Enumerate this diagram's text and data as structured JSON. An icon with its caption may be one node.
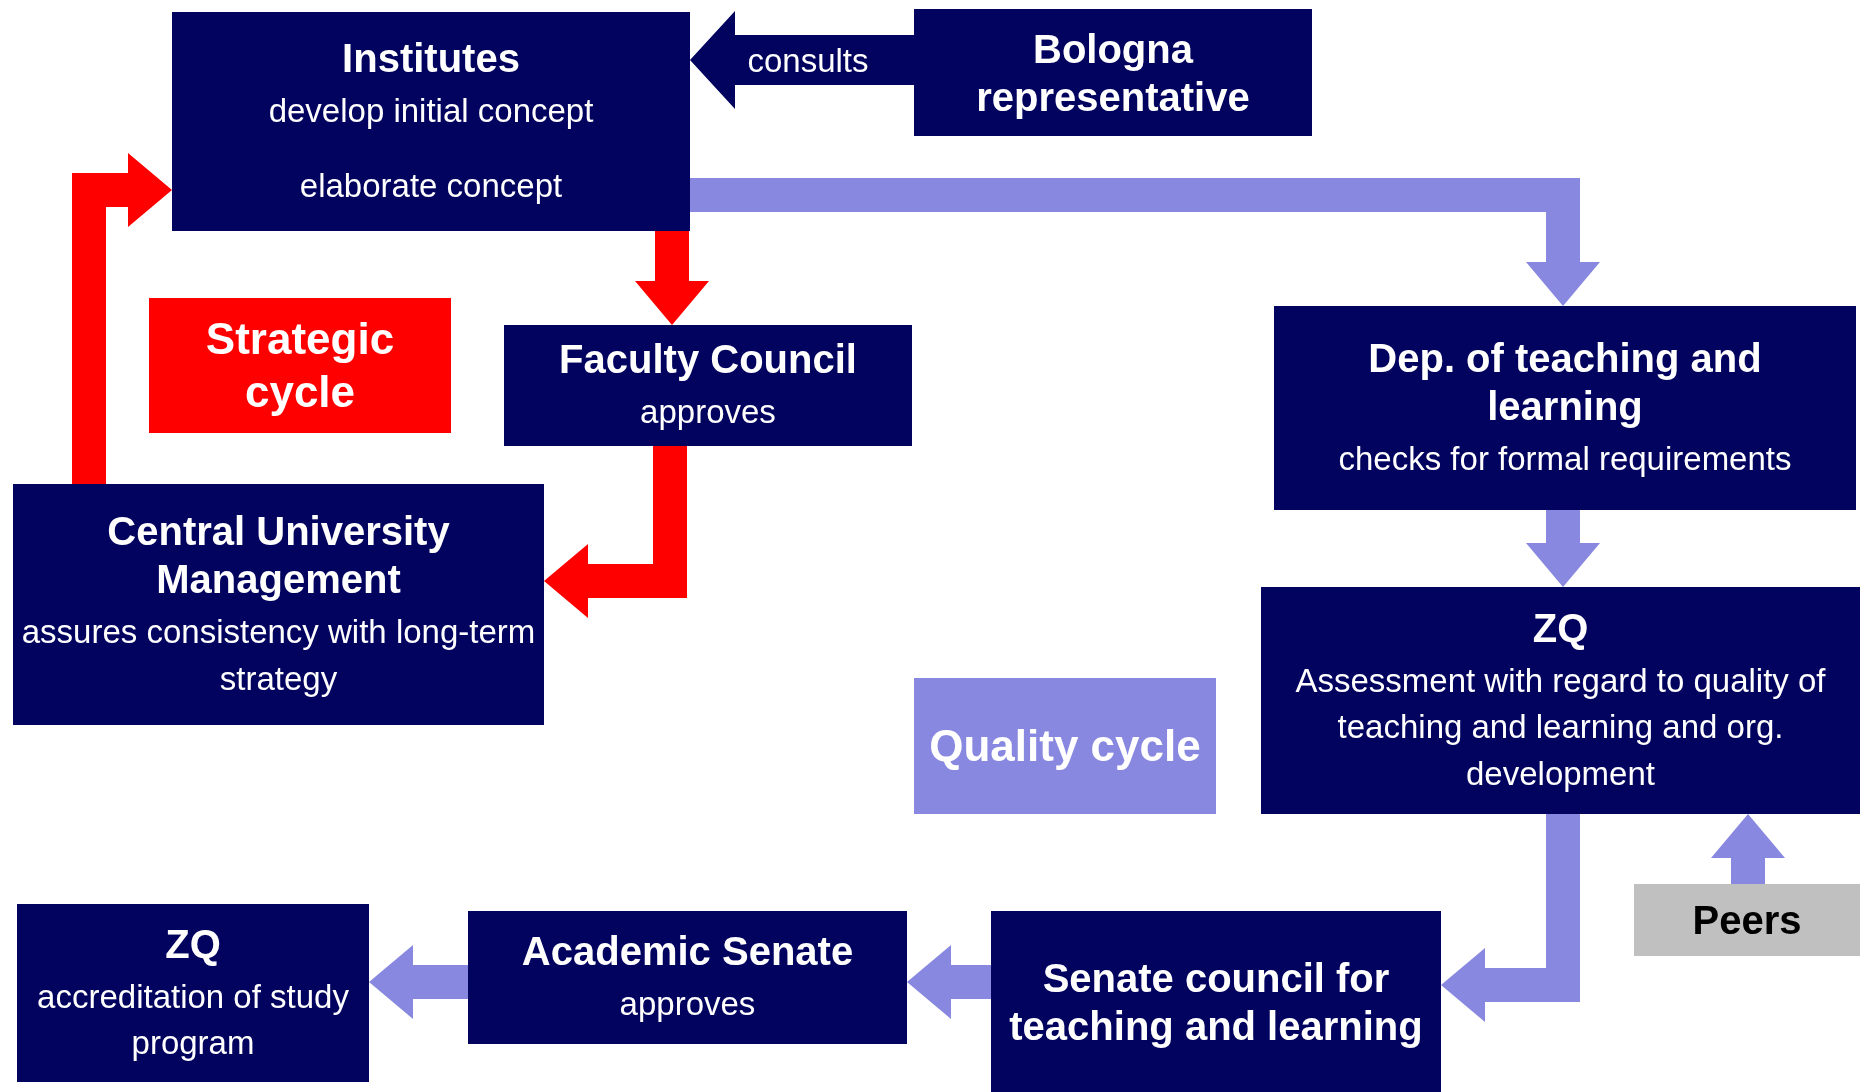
{
  "diagram": {
    "nodes": [
      {
        "text": [
          "Institutes",
          "develop initial concept",
          "elaborate concept"
        ]
      },
      {
        "text": [
          "Bologna representative"
        ]
      },
      {
        "text": [
          "Strategic cycle"
        ]
      },
      {
        "text": [
          "Faculty Council",
          "approves"
        ]
      },
      {
        "text": [
          "Dep. of teaching and learning",
          "checks for formal requirements"
        ]
      },
      {
        "text": [
          "Central University Management",
          "assures consistency with long-term strategy"
        ]
      },
      {
        "text": [
          "ZQ",
          "Assessment with regard to quality of teaching and learning and org. development"
        ]
      },
      {
        "text": [
          "Quality cycle"
        ]
      },
      {
        "text": [
          "Peers"
        ]
      },
      {
        "text": [
          "ZQ",
          "accreditation of study program"
        ]
      },
      {
        "text": [
          "Academic Senate",
          "approves"
        ]
      },
      {
        "text": [
          "Senate council for teaching and learning"
        ]
      }
    ],
    "edges": [
      {
        "from": 1,
        "to": 0,
        "arrow": "to",
        "label": "consults",
        "style": "thick",
        "color": "#02025f"
      },
      {
        "from": 5,
        "to": 0,
        "arrow": "to",
        "style": "thick",
        "color": "#ff0000"
      },
      {
        "from": 0,
        "to": 3,
        "arrow": "to",
        "style": "thick",
        "color": "#ff0000"
      },
      {
        "from": 3,
        "to": 5,
        "arrow": "to",
        "style": "thick",
        "color": "#ff0000"
      },
      {
        "from": 0,
        "to": 4,
        "arrow": "to",
        "style": "thick"
      },
      {
        "from": 4,
        "to": 6,
        "arrow": "to",
        "style": "thick"
      },
      {
        "from": 8,
        "to": 6,
        "arrow": "to",
        "style": "thick"
      },
      {
        "from": 6,
        "to": 11,
        "arrow": "to",
        "style": "thick"
      },
      {
        "from": 11,
        "to": 10,
        "arrow": "to",
        "style": "thick"
      },
      {
        "from": 10,
        "to": 9,
        "arrow": "to",
        "style": "thick"
      }
    ]
  }
}
